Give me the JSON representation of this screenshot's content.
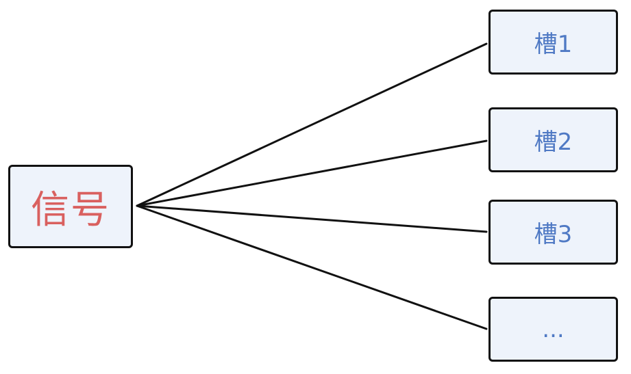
{
  "source": {
    "label": "信号"
  },
  "slots": [
    {
      "label": "槽1"
    },
    {
      "label": "槽2"
    },
    {
      "label": "槽3"
    },
    {
      "label": "..."
    }
  ],
  "colors": {
    "source_text": "#d9605f",
    "slot_text": "#4f79c4",
    "box_fill": "#eef3fb",
    "stroke": "#111111"
  }
}
